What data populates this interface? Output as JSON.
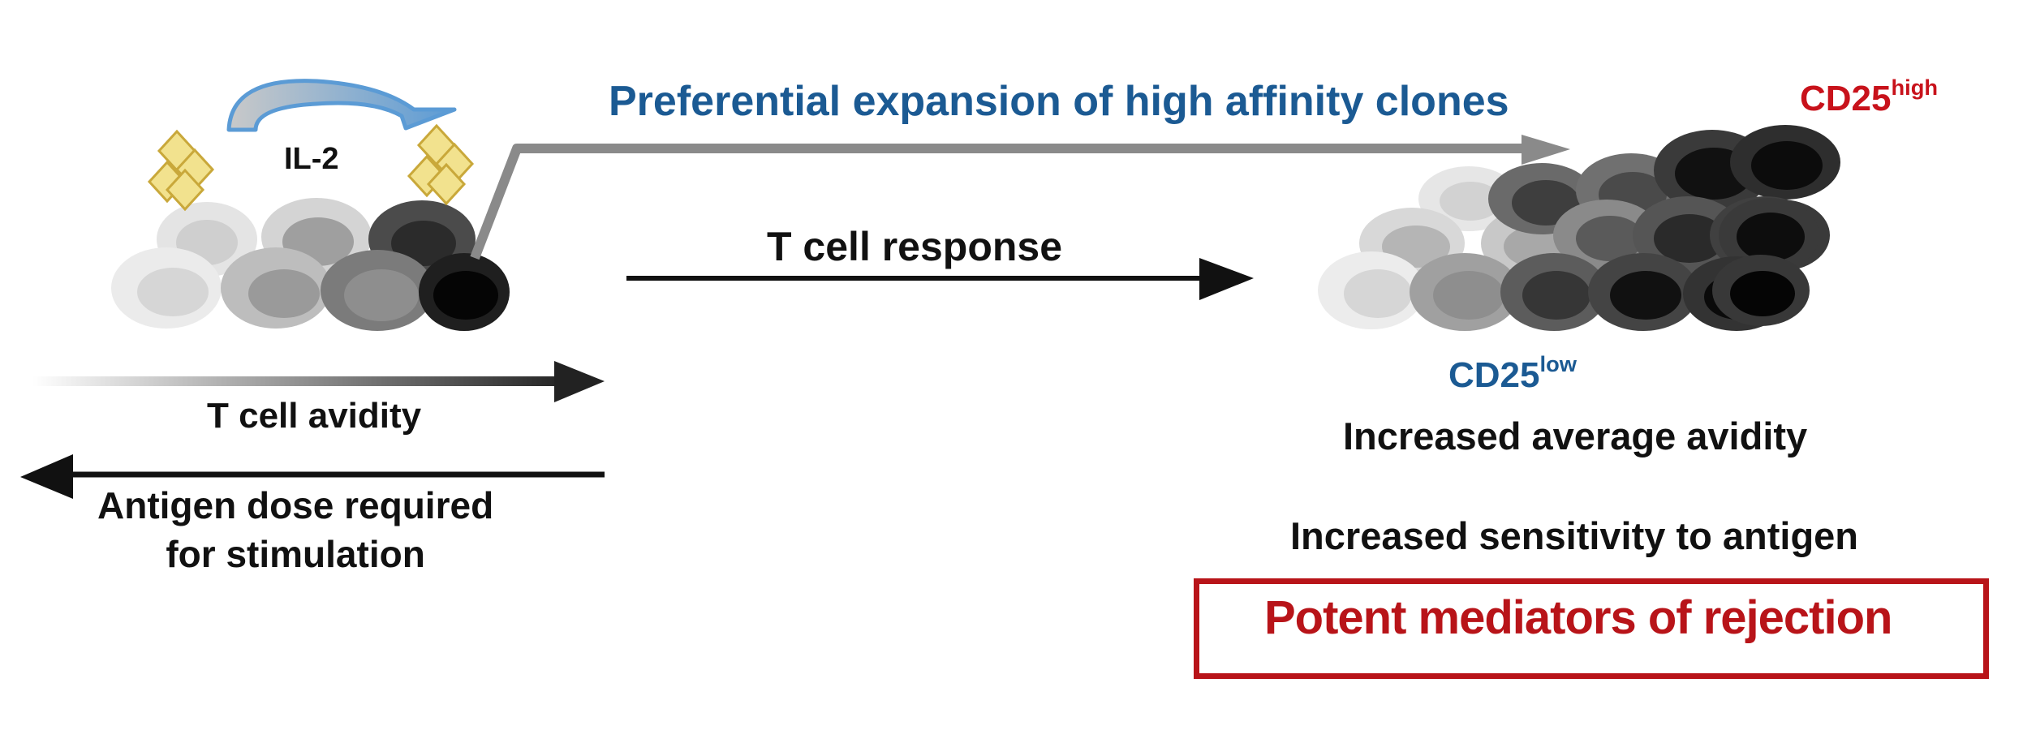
{
  "labels": {
    "expansion_title": "Preferential expansion of high affinity clones",
    "il2": "IL-2",
    "tcell_response": "T cell response",
    "tcell_avidity": "T cell avidity",
    "antigen_dose": "Antigen dose required\nfor stimulation",
    "cd25_high_base": "CD25",
    "cd25_high_sup": "high",
    "cd25_low_base": "CD25",
    "cd25_low_sup": "low",
    "increased_avidity": "Increased average avidity",
    "increased_sensitivity": "Increased sensitivity to antigen",
    "potent_mediators": "Potent mediators of rejection"
  },
  "colors": {
    "title_blue": "#1b5a93",
    "cd25_high_red": "#c8121b",
    "box_red": "#b81419",
    "arrow_gray": "#8a8a8a",
    "il2_arrow_blue": "#5b9bd5",
    "il2_diamond_yellow": "#f0e08a"
  },
  "icons": {
    "il2_molecule_left": "diamond-cluster-icon",
    "il2_molecule_right": "diamond-cluster-icon",
    "il2_transfer": "curved-arrow-icon"
  }
}
